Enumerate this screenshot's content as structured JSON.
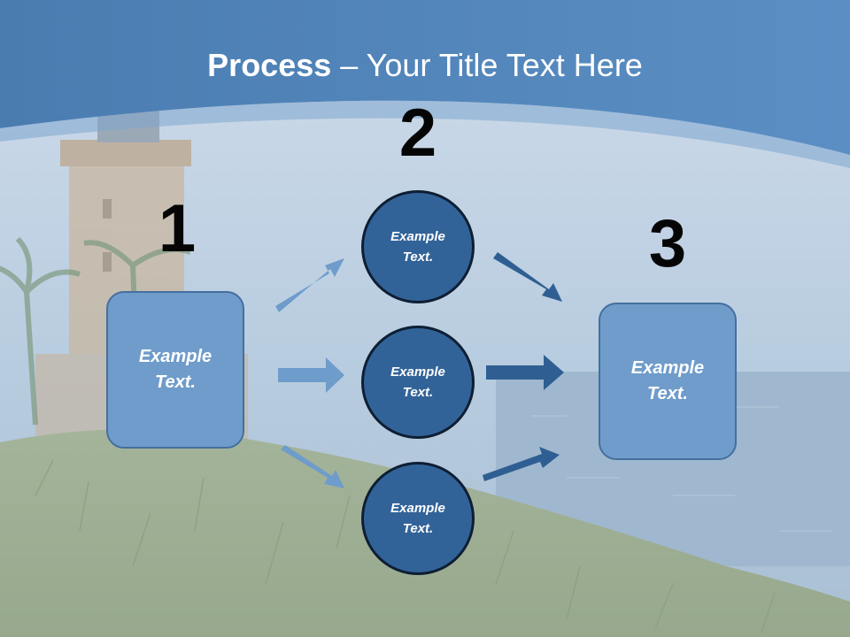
{
  "title": {
    "bold": "Process",
    "rest": " – Your Title Text Here"
  },
  "steps": [
    {
      "number": "1",
      "text_line1": "Example",
      "text_line2": "Text."
    },
    {
      "number": "2"
    },
    {
      "number": "3",
      "text_line1": "Example",
      "text_line2": "Text."
    }
  ],
  "circles": [
    {
      "text_line1": "Example",
      "text_line2": "Text."
    },
    {
      "text_line1": "Example",
      "text_line2": "Text."
    },
    {
      "text_line1": "Example",
      "text_line2": "Text."
    }
  ],
  "colors": {
    "header": "#4f80b3",
    "box_fill": "#6f9cca",
    "circle_fill": "#326398",
    "arrow_light": "#6e9ccb",
    "arrow_dark": "#2f5f92"
  }
}
